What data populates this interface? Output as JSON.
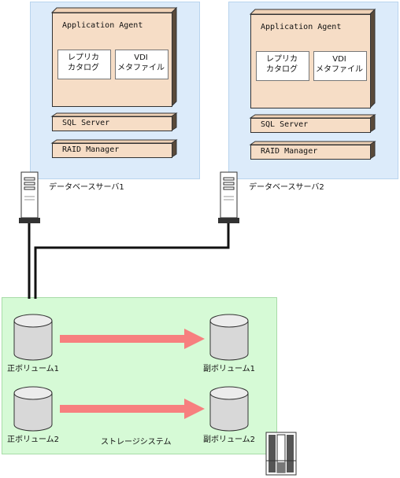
{
  "servers": [
    {
      "label": "データベースサーバ1",
      "app_agent": "Application Agent",
      "doc1": [
        "レプリカ",
        "カタログ"
      ],
      "doc2": [
        "VDI",
        "メタファイル"
      ],
      "sql_server": "SQL Server",
      "raid_manager": "RAID Manager"
    },
    {
      "label": "データベースサーバ2",
      "app_agent": "Application Agent",
      "doc1": [
        "レプリカ",
        "カタログ"
      ],
      "doc2": [
        "VDI",
        "メタファイル"
      ],
      "sql_server": "SQL Server",
      "raid_manager": "RAID Manager"
    }
  ],
  "storage": {
    "label": "ストレージシステム",
    "primary_volumes": [
      "正ボリューム1",
      "正ボリューム2"
    ],
    "secondary_volumes": [
      "副ボリューム1",
      "副ボリューム2"
    ]
  },
  "colors": {
    "server_panel": "#dcebfa",
    "storage_panel": "#d6fad6",
    "component_box": "#f6ddc6",
    "arrow": "#f77f7f"
  }
}
